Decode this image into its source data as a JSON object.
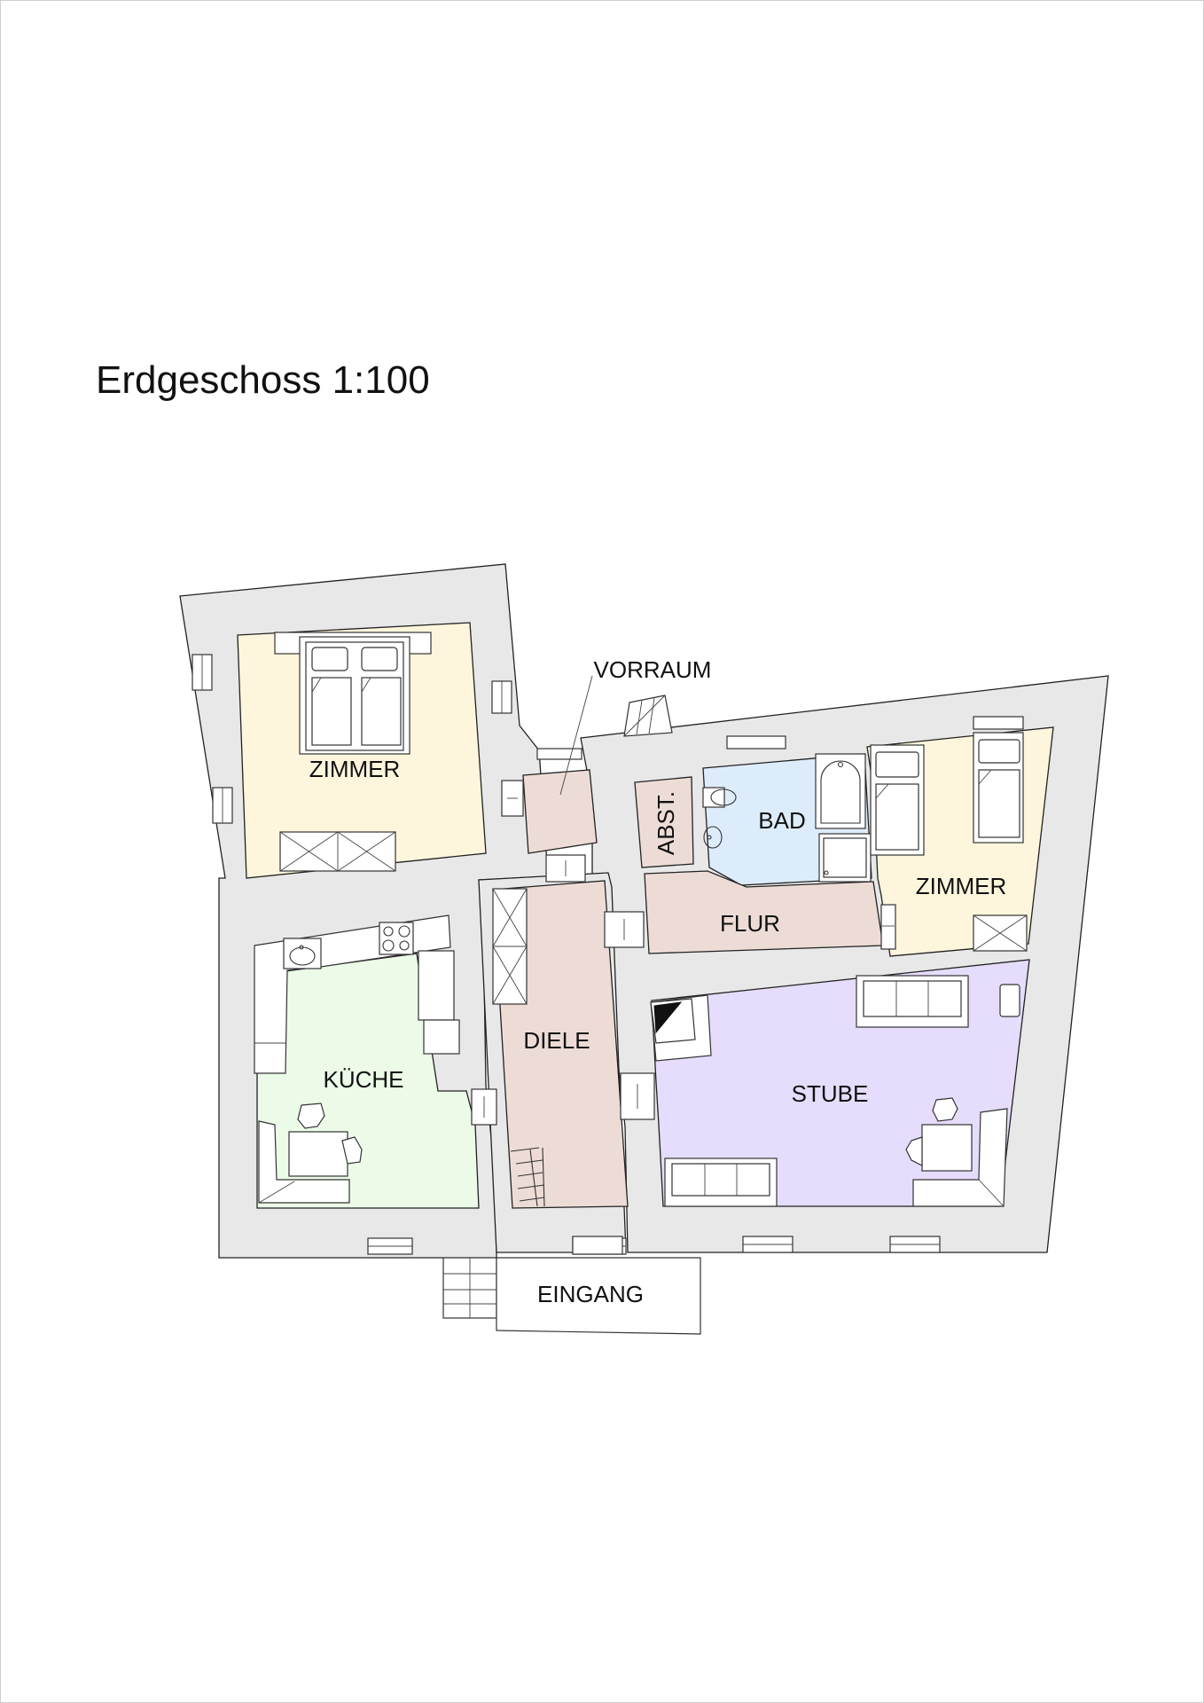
{
  "title": "Erdgeschoss 1:100",
  "colors": {
    "wall": "#e8e8e8",
    "zimmer": "#fdf6dc",
    "kueche": "#ebfbe8",
    "diele": "#eddcd6",
    "bad": "#dcecfb",
    "stube": "#e6dcfb",
    "line": "#222222"
  },
  "rooms": {
    "zimmer_left": "ZIMMER",
    "vorraum": "VORRAUM",
    "abst": "ABST.",
    "bad": "BAD",
    "zimmer_right": "ZIMMER",
    "flur": "FLUR",
    "kueche": "KÜCHE",
    "diele": "DIELE",
    "stube": "STUBE",
    "eingang": "EINGANG"
  }
}
